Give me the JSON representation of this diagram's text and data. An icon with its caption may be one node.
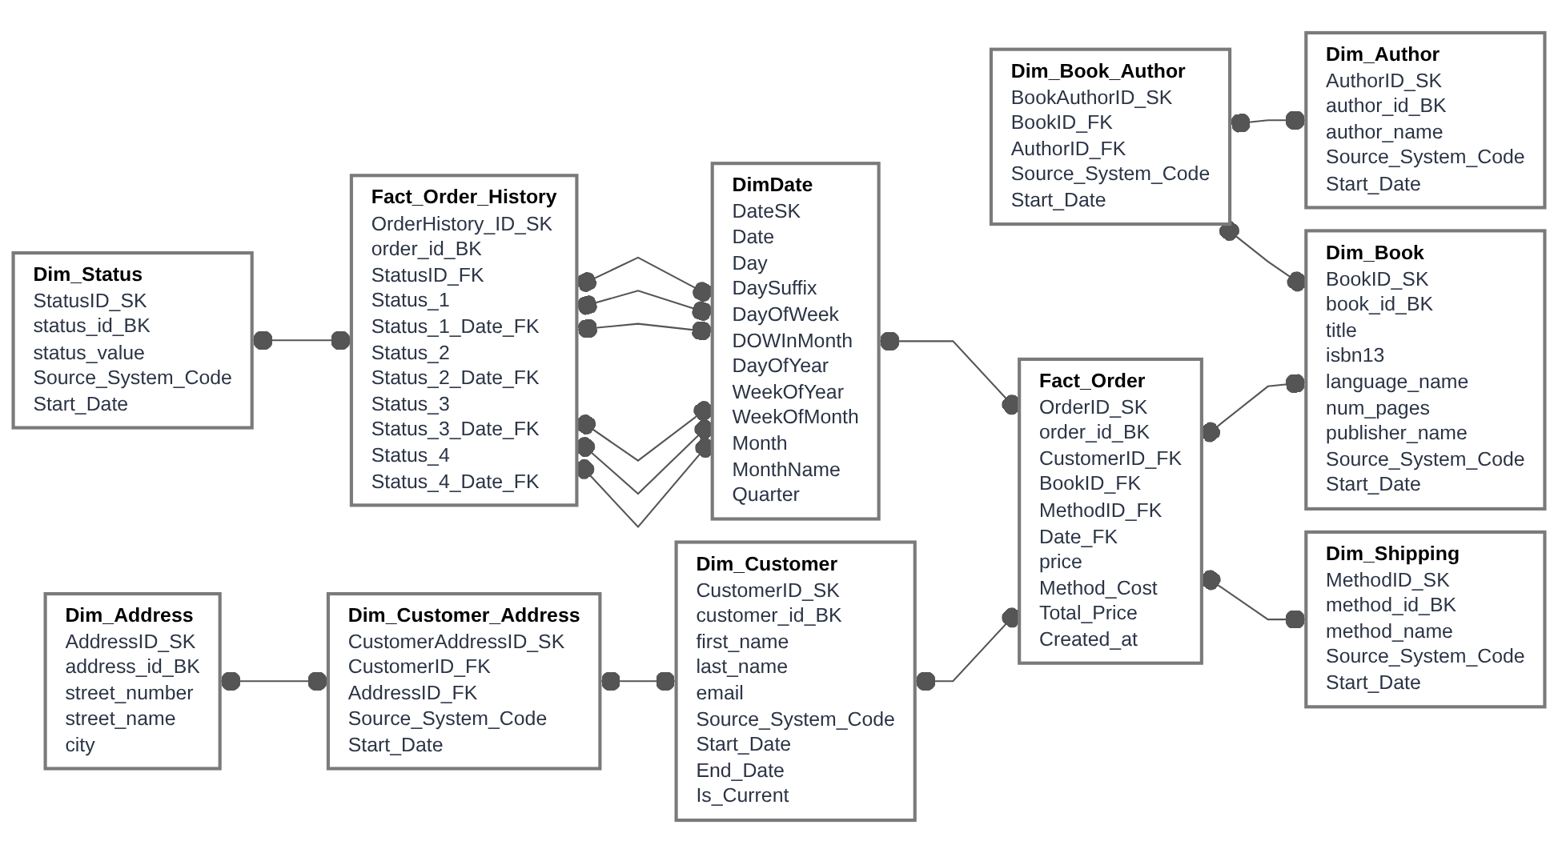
{
  "diagram": {
    "nodes": [
      {
        "text": [
          "Dim_Status",
          "StatusID_SK",
          "status_id_BK",
          "status_value",
          "Source_System_Code",
          "Start_Date"
        ]
      },
      {
        "text": [
          "Fact_Order_History",
          "OrderHistory_ID_SK",
          "order_id_BK",
          "StatusID_FK",
          "Status_1",
          "Status_1_Date_FK",
          "Status_2",
          "Status_2_Date_FK",
          "Status_3",
          "Status_3_Date_FK",
          "Status_4",
          "Status_4_Date_FK"
        ]
      },
      {
        "text": [
          "DimDate",
          "DateSK",
          "Date",
          "Day",
          "DaySuffix",
          "DayOfWeek",
          "DOWInMonth",
          "DayOfYear",
          "WeekOfYear",
          "WeekOfMonth",
          "Month",
          "MonthName",
          "Quarter"
        ]
      },
      {
        "text": [
          "Dim_Author",
          "AuthorID_SK",
          "author_id_BK",
          "author_name",
          "Source_System_Code",
          "Start_Date"
        ]
      },
      {
        "text": [
          "Dim_Book_Author",
          "BookAuthorID_SK",
          "BookID_FK",
          "AuthorID_FK",
          "Source_System_Code",
          "Start_Date"
        ]
      },
      {
        "text": [
          "Dim_Book",
          "BookID_SK",
          "book_id_BK",
          "title",
          "isbn13",
          "language_name",
          "num_pages",
          "publisher_name",
          "Source_System_Code",
          "Start_Date"
        ]
      },
      {
        "text": [
          "Dim_Address",
          "AddressID_SK",
          "address_id_BK",
          "street_number",
          "street_name",
          "city"
        ]
      },
      {
        "text": [
          "Dim_Customer_Address",
          "CustomerAddressID_SK",
          "CustomerID_FK",
          "AddressID_FK",
          "Source_System_Code",
          "Start_Date"
        ]
      },
      {
        "text": [
          "Dim_Customer",
          "CustomerID_SK",
          "customer_id_BK",
          "first_name",
          "last_name",
          "email",
          "Source_System_Code",
          "Start_Date",
          "End_Date",
          "Is_Current"
        ]
      },
      {
        "text": [
          "Fact_Order",
          "OrderID_SK",
          "order_id_BK",
          "CustomerID_FK",
          "BookID_FK",
          "MethodID_FK",
          "Date_FK",
          "price",
          "Method_Cost",
          "Total_Price",
          "Created_at"
        ]
      },
      {
        "text": [
          "Dim_Shipping",
          "MethodID_SK",
          "method_id_BK",
          "method_name",
          "Source_System_Code",
          "Start_Date"
        ]
      }
    ],
    "edges": [
      {
        "from": 0,
        "to": 1,
        "arrow": "other"
      },
      {
        "from": 1,
        "to": 2,
        "arrow": "other"
      },
      {
        "from": 1,
        "to": 2,
        "arrow": "other"
      },
      {
        "from": 1,
        "to": 2,
        "arrow": "other"
      },
      {
        "from": 1,
        "to": 2,
        "arrow": "other"
      },
      {
        "from": 1,
        "to": 2,
        "arrow": "other"
      },
      {
        "from": 1,
        "to": 2,
        "arrow": "other"
      },
      {
        "from": 2,
        "to": 9,
        "arrow": "other"
      },
      {
        "from": 4,
        "to": 3,
        "arrow": "other"
      },
      {
        "from": 4,
        "to": 5,
        "arrow": "other"
      },
      {
        "from": 9,
        "to": 5,
        "arrow": "other"
      },
      {
        "from": 6,
        "to": 7,
        "arrow": "other"
      },
      {
        "from": 7,
        "to": 8,
        "arrow": "other"
      },
      {
        "from": 8,
        "to": 9,
        "arrow": "other"
      },
      {
        "from": 9,
        "to": 10,
        "arrow": "other"
      }
    ]
  }
}
